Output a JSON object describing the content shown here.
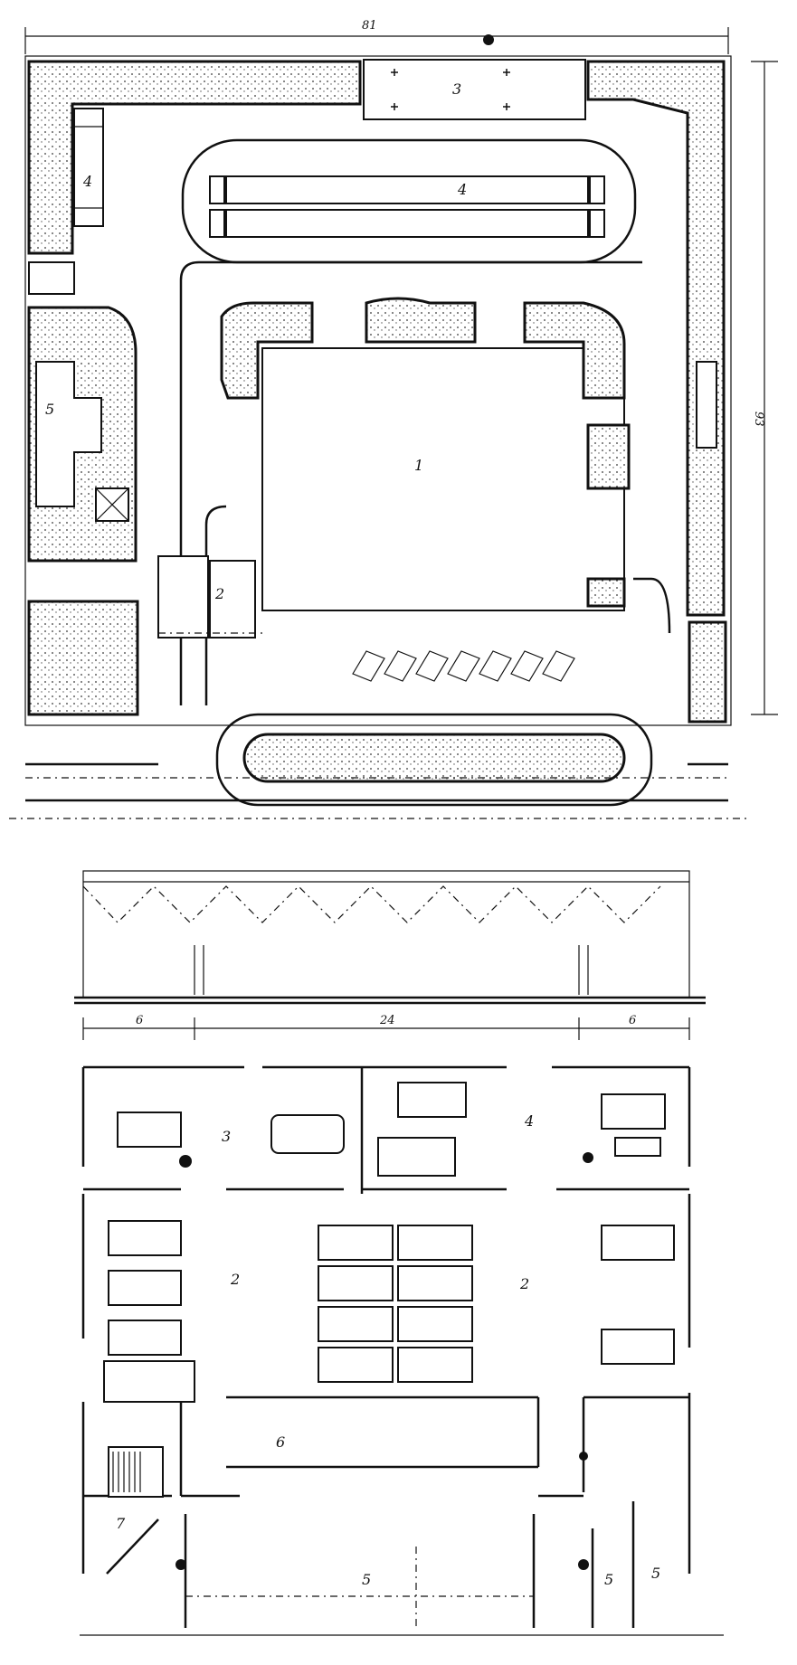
{
  "site_plan": {
    "dim_width": "81",
    "dim_height": "93",
    "labels": {
      "l1": "1",
      "l2": "2",
      "l3": "3",
      "l4a": "4",
      "l4b": "4",
      "l5": "5"
    }
  },
  "floor_plan": {
    "dims": {
      "d_left": "6",
      "d_mid": "24",
      "d_right": "6"
    },
    "labels": {
      "l2a": "2",
      "l2b": "2",
      "l3": "3",
      "l4": "4",
      "l5a": "5",
      "l5b": "5",
      "l5c": "5",
      "l6": "6",
      "l7": "7"
    }
  }
}
